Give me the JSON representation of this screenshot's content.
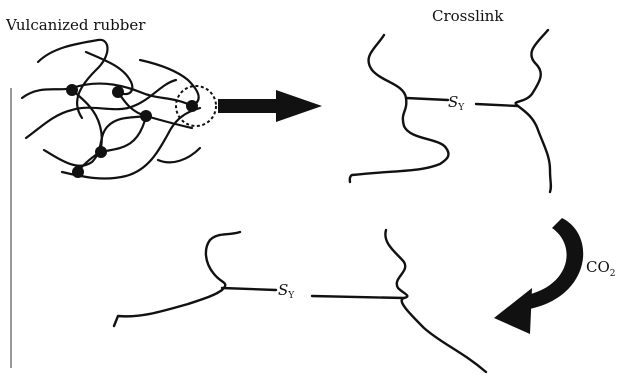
{
  "labels": {
    "vulcanized": "Vulcanized rubber",
    "crosslink": "Crosslink",
    "sulfur_main": "S",
    "sulfur_sub": "Y",
    "co2_main": "CO",
    "co2_sub": "2"
  }
}
